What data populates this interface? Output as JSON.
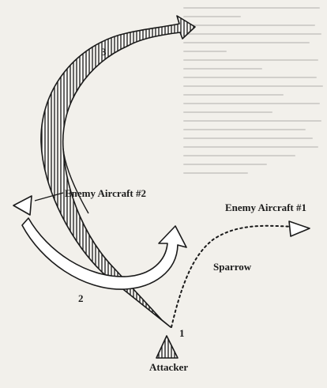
{
  "diagram": {
    "labels": {
      "path_3": "3",
      "path_2": "2",
      "path_1": "1",
      "enemy_aircraft_2": "Enemy Aircraft #2",
      "enemy_aircraft_1": "Enemy Aircraft #1",
      "missile": "Sparrow",
      "attacker": "Attacker"
    }
  }
}
